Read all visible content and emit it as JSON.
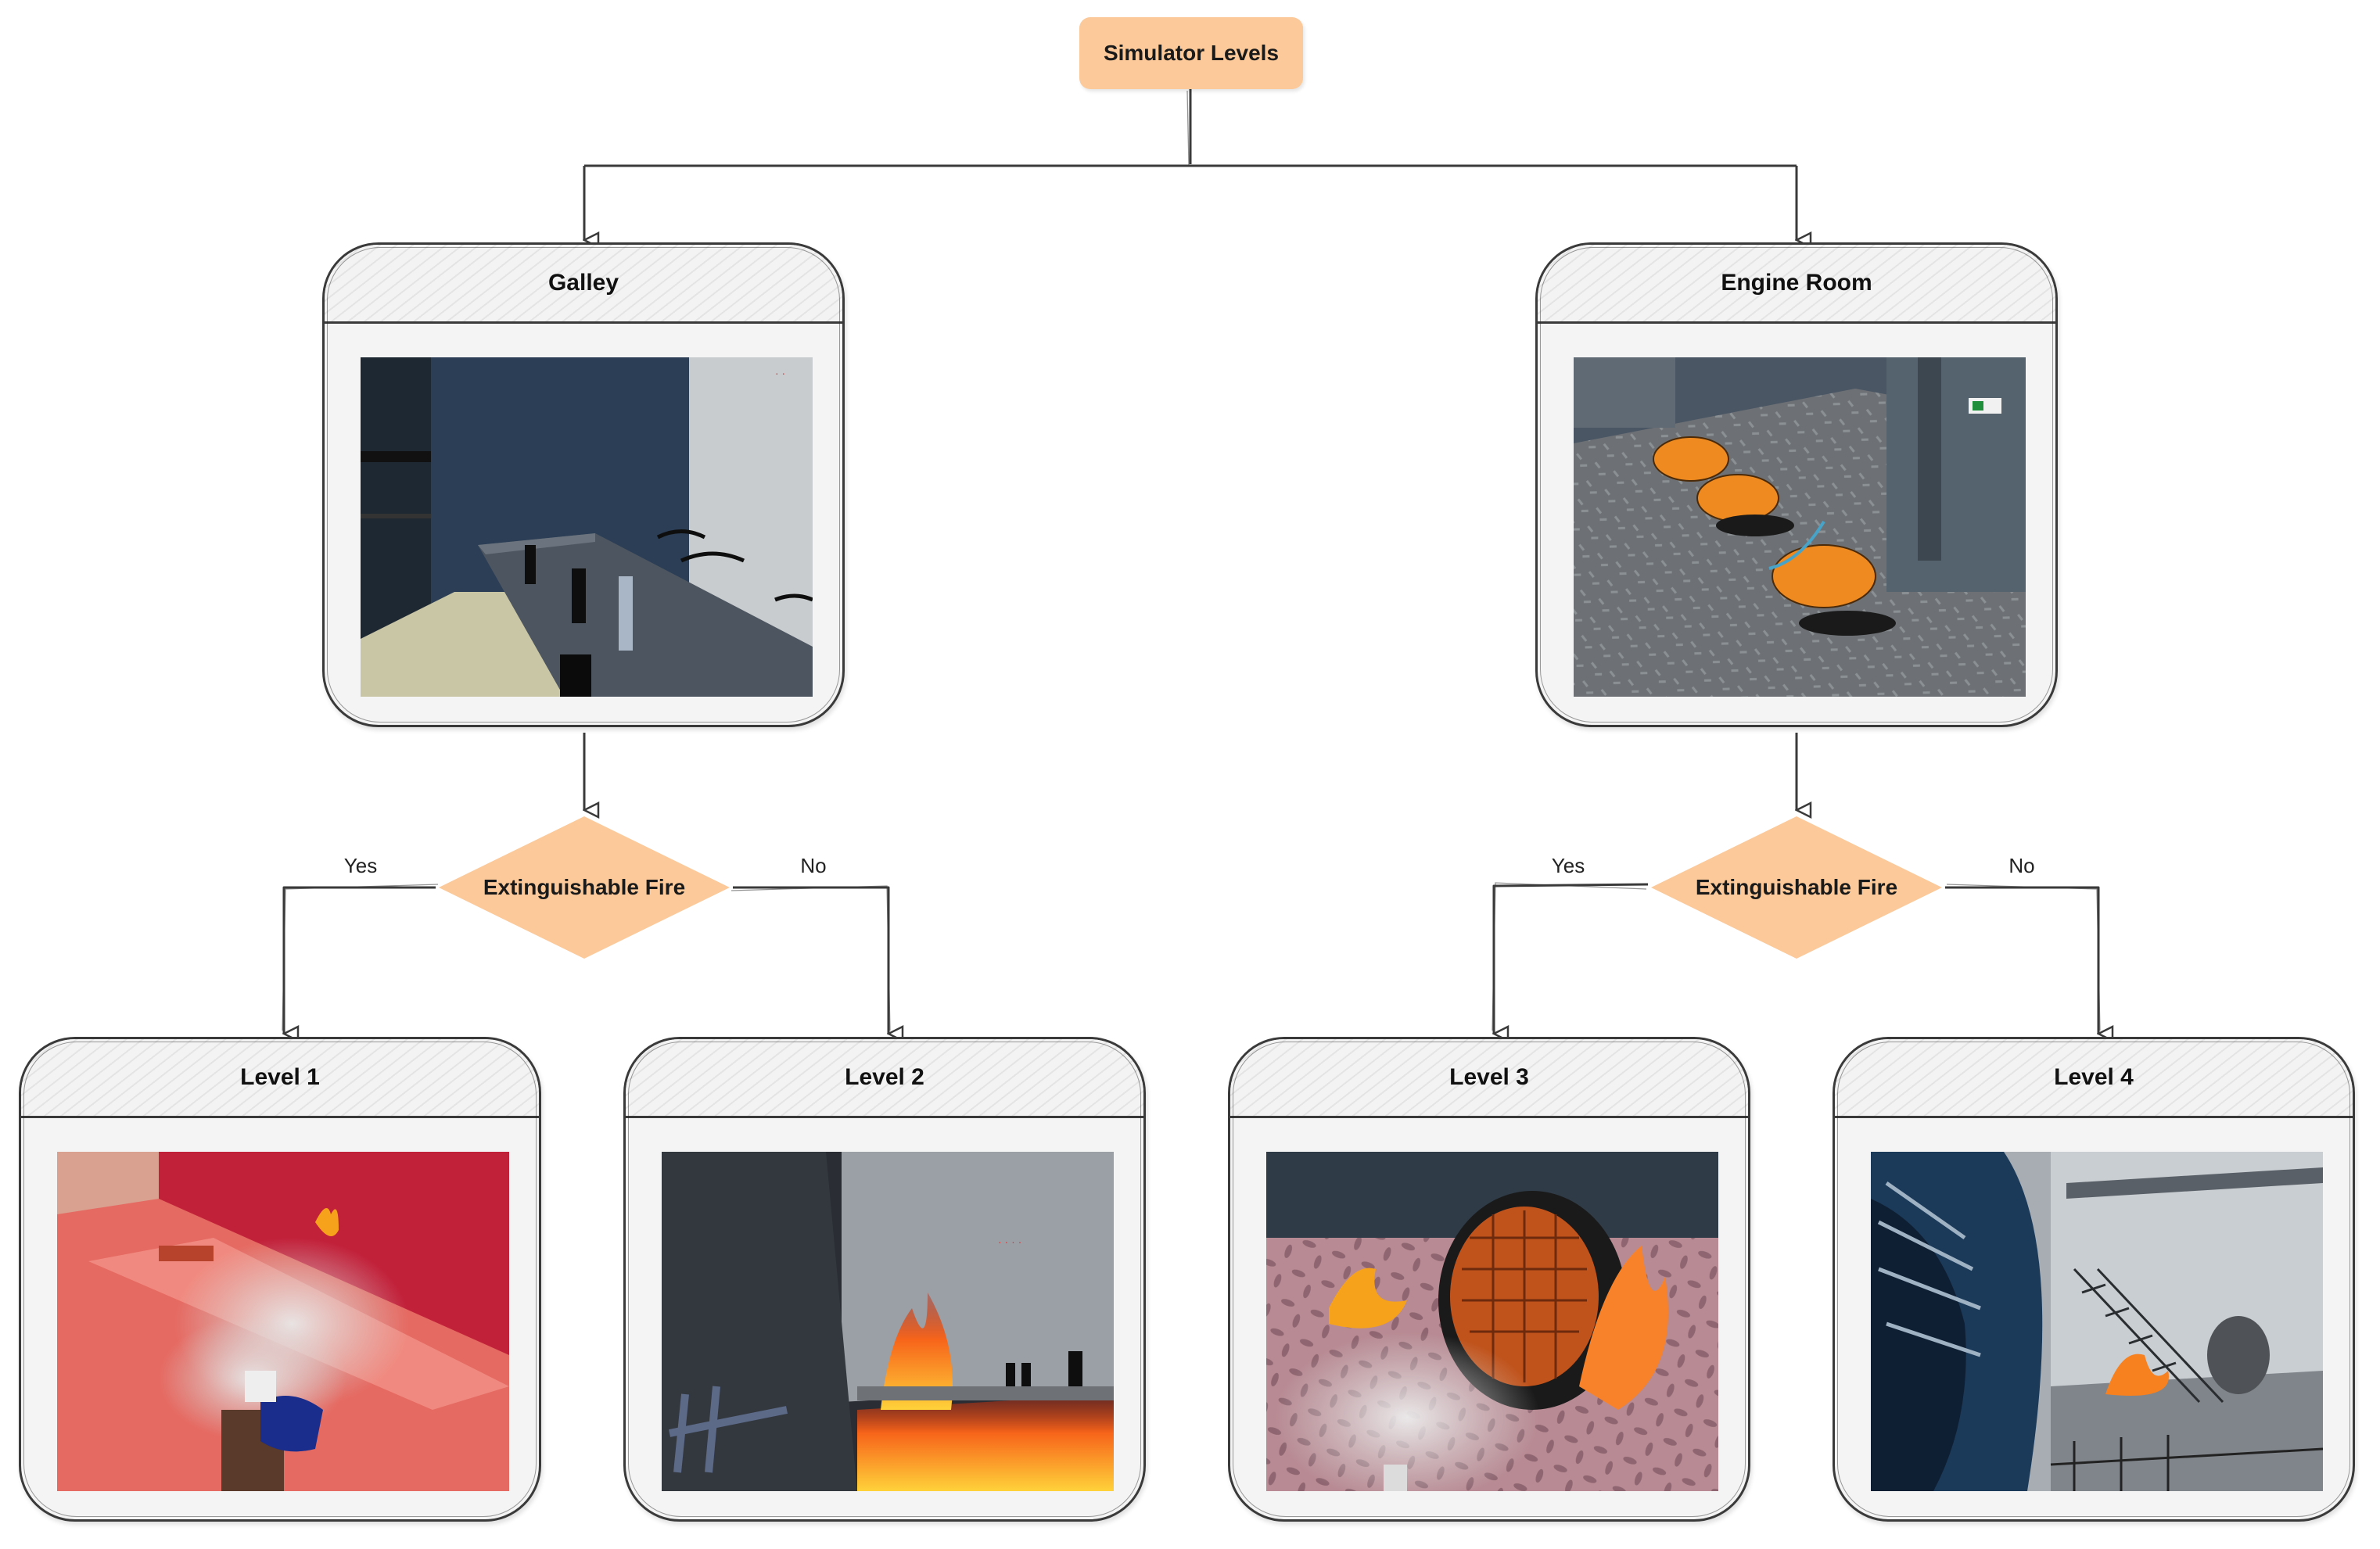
{
  "root": {
    "label": "Simulator Levels"
  },
  "branches": [
    {
      "area": "Galley",
      "decision": "Extinguishable Fire",
      "yes_label": "Yes",
      "no_label": "No",
      "yes_level": "Level 1",
      "no_level": "Level 2"
    },
    {
      "area": "Engine Room",
      "decision": "Extinguishable Fire",
      "yes_label": "Yes",
      "no_label": "No",
      "yes_level": "Level 3",
      "no_level": "Level 4"
    }
  ],
  "colors": {
    "node_fill": "#fbc99a",
    "card_fill": "#f4f4f4",
    "outline": "#3a3a3a",
    "connector": "#3a3a3a"
  }
}
